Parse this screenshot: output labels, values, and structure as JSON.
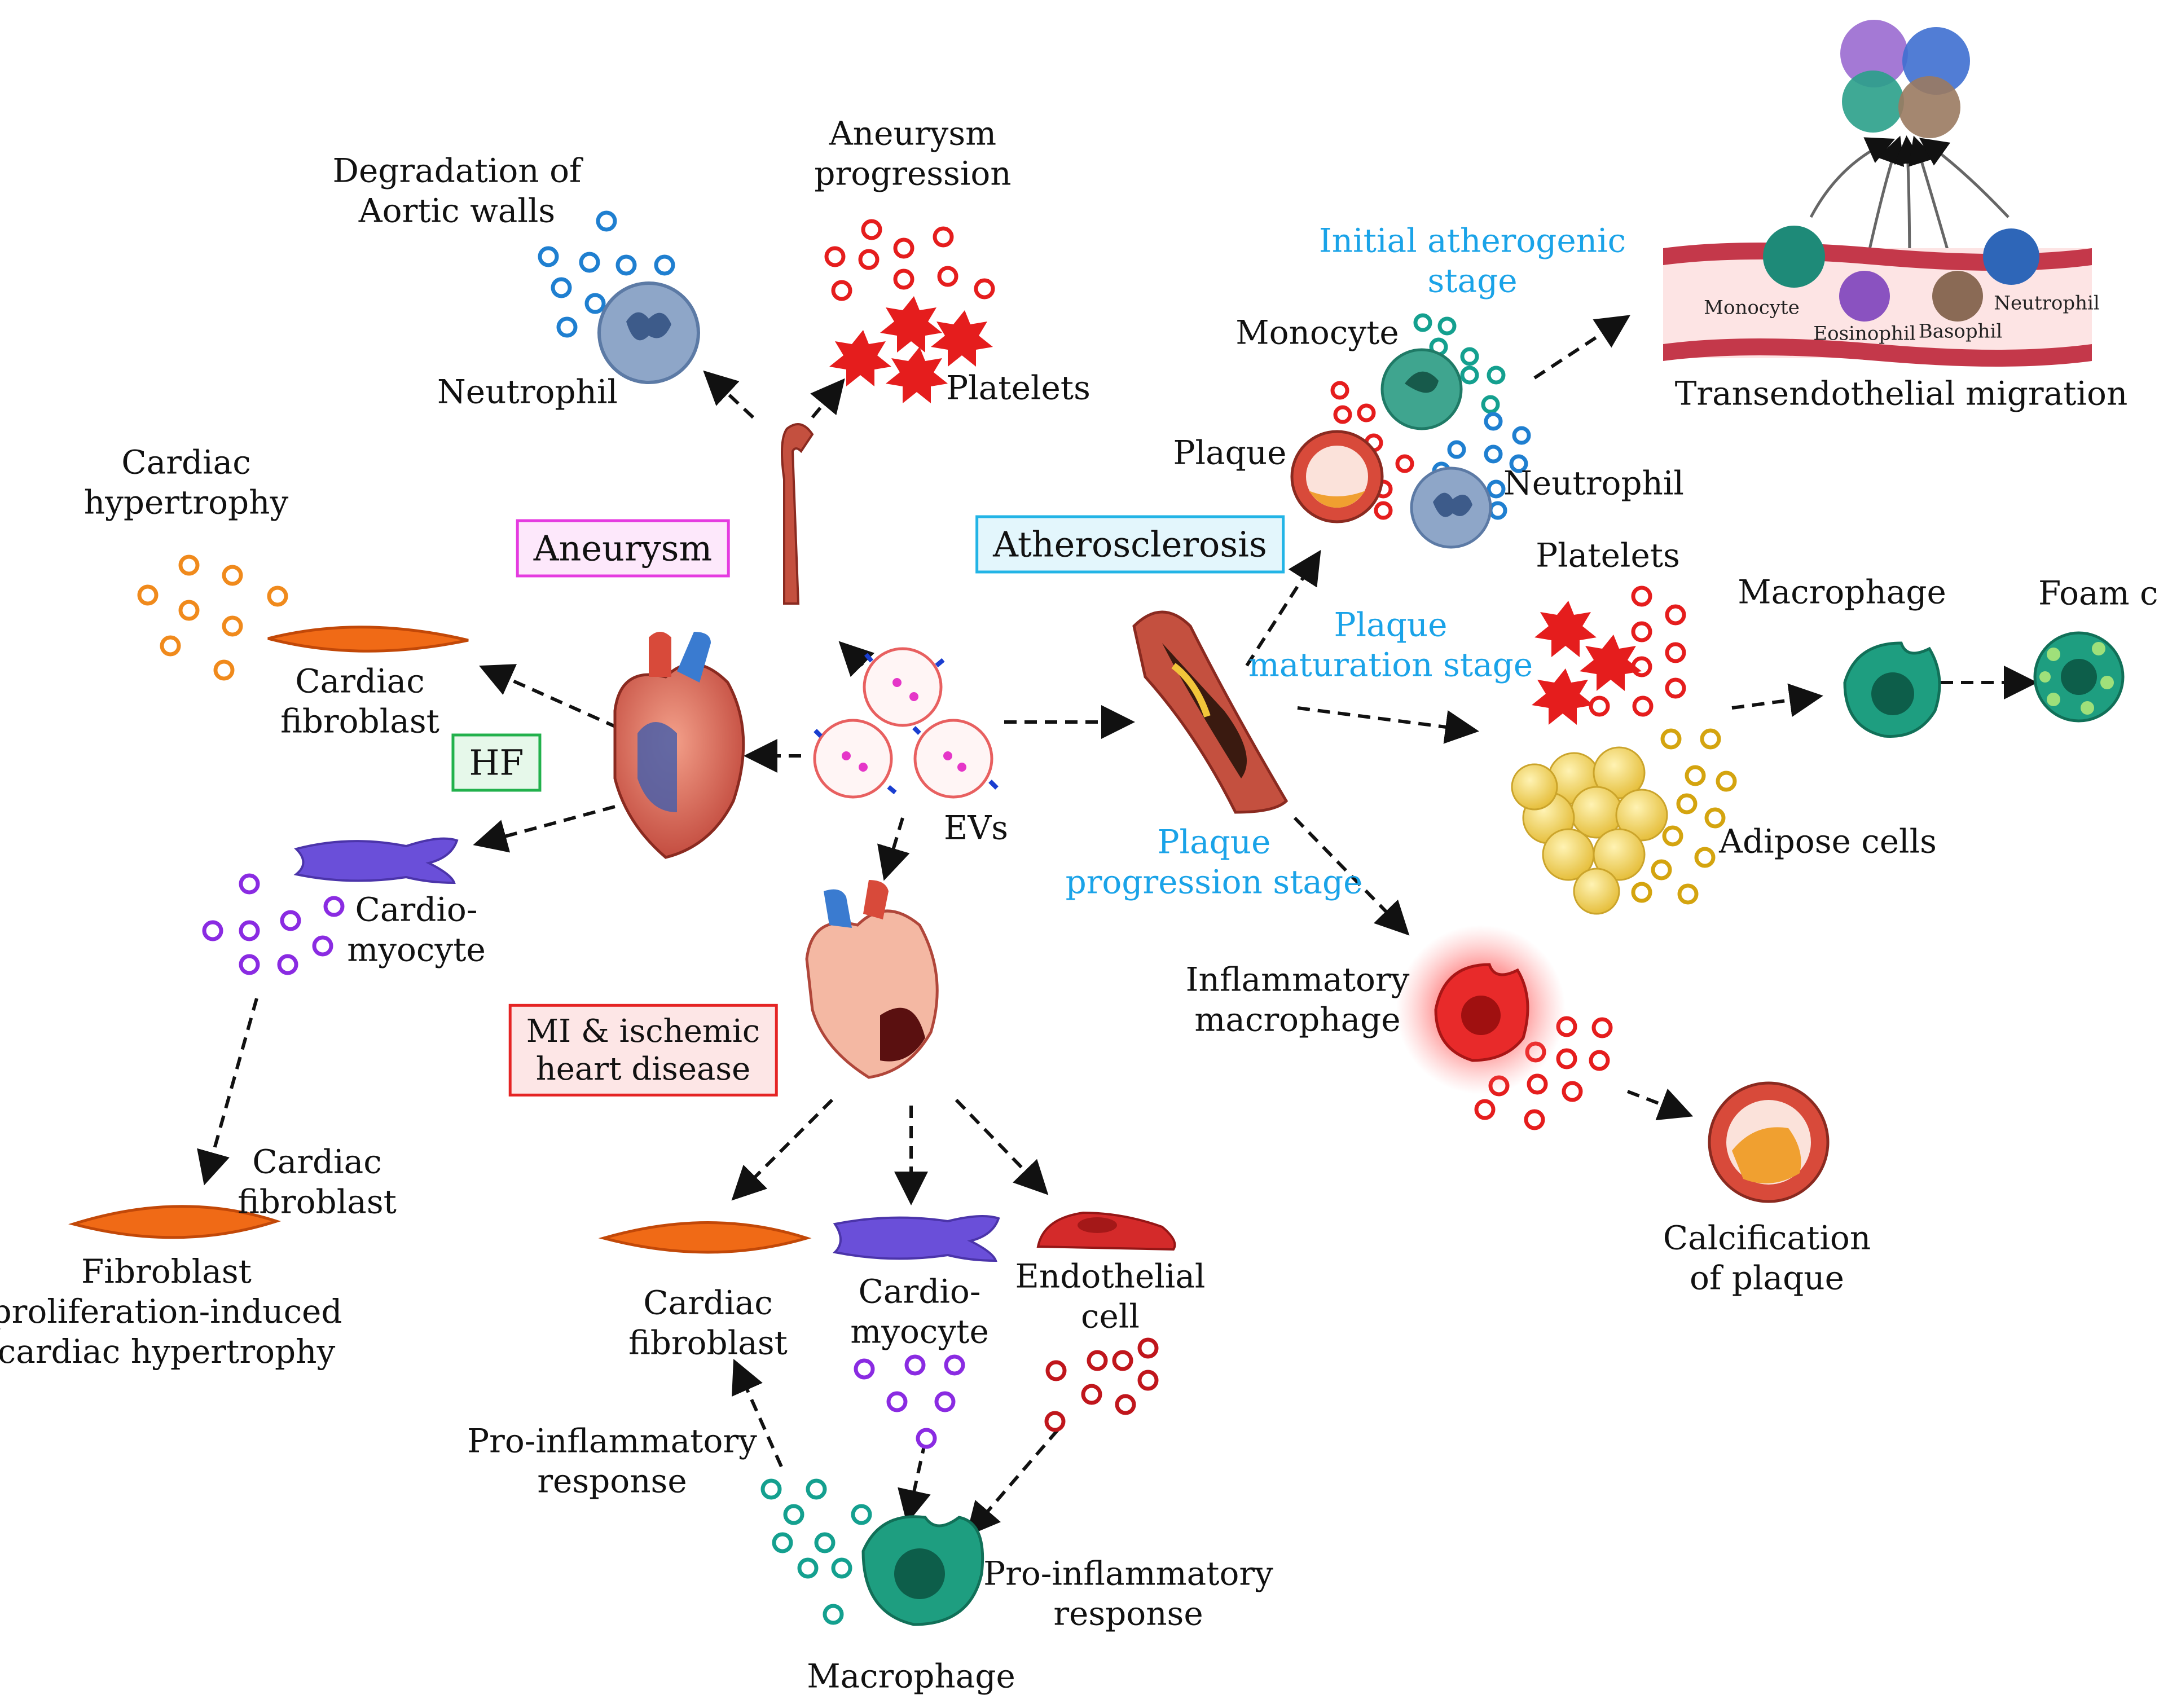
{
  "disease_boxes": {
    "aneurysm": {
      "label": "Aneurysm",
      "border": "#e53be0",
      "fill": "#fde8fb"
    },
    "atherosclerosis": {
      "label": "Atherosclerosis",
      "border": "#22b4e6",
      "fill": "#e3f6fc"
    },
    "hf": {
      "label": "HF",
      "border": "#22b14c",
      "fill": "#e6f8ea"
    },
    "mi": {
      "lines": [
        "MI & ischemic",
        "heart disease"
      ],
      "border": "#e52424",
      "fill": "#fde6e6"
    }
  },
  "center": {
    "evs_label": "EVs"
  },
  "aneurysm": {
    "degradation": [
      "Degradation of",
      "Aortic walls"
    ],
    "progression": [
      "Aneurysm",
      "progression"
    ],
    "neutrophil": "Neutrophil",
    "platelets": "Platelets"
  },
  "hf": {
    "hypertrophy": [
      "Cardiac",
      "hypertrophy"
    ],
    "fibroblast": [
      "Cardiac",
      "fibroblast"
    ],
    "cardiomyocyte": [
      "Cardio-",
      "myocyte"
    ],
    "fibroblast2": [
      "Cardiac",
      "fibroblast"
    ],
    "proliferation": [
      "Fibroblast",
      "proliferation-induced",
      "cardiac hypertrophy"
    ]
  },
  "mi": {
    "fibroblast": [
      "Cardiac",
      "fibroblast"
    ],
    "cardiomyocyte": [
      "Cardio-",
      "myocyte"
    ],
    "endothelial": [
      "Endothelial",
      "cell"
    ],
    "proinflammatory_left": [
      "Pro-inflammatory",
      "response"
    ],
    "proinflammatory_right": [
      "Pro-inflammatory",
      "response"
    ],
    "macrophage": "Macrophage"
  },
  "athero": {
    "initial_stage": [
      "Initial atherogenic",
      "stage"
    ],
    "monocyte": "Monocyte",
    "plaque": "Plaque",
    "neutrophil": "Neutrophil",
    "maturation_stage": [
      "Plaque",
      "maturation stage"
    ],
    "platelets": "Platelets",
    "macrophage": "Macrophage",
    "foam_cell": "Foam cell",
    "adipose": "Adipose cells",
    "progression_stage": [
      "Plaque",
      "progression stage"
    ],
    "inflammatory_macrophage": [
      "Inflammatory",
      "macrophage"
    ],
    "calcification": [
      "Calcification",
      "of plaque"
    ]
  },
  "migration": {
    "title": "Transendothelial migration",
    "monocyte": "Monocyte",
    "eosinophil": "Eosinophil",
    "basophil": "Basophil",
    "neutrophil": "Neutrophil"
  },
  "colors": {
    "blue_vesicle": "#1f7fd0",
    "red_vesicle": "#e51d1d",
    "orange_vesicle": "#f08a1c",
    "purple_vesicle": "#8a2be2",
    "teal_vesicle": "#14a08f",
    "darkred_vesicle": "#c0161c",
    "yellow_vesicle": "#d4a40f",
    "stage_text": "#1aa3e8"
  }
}
